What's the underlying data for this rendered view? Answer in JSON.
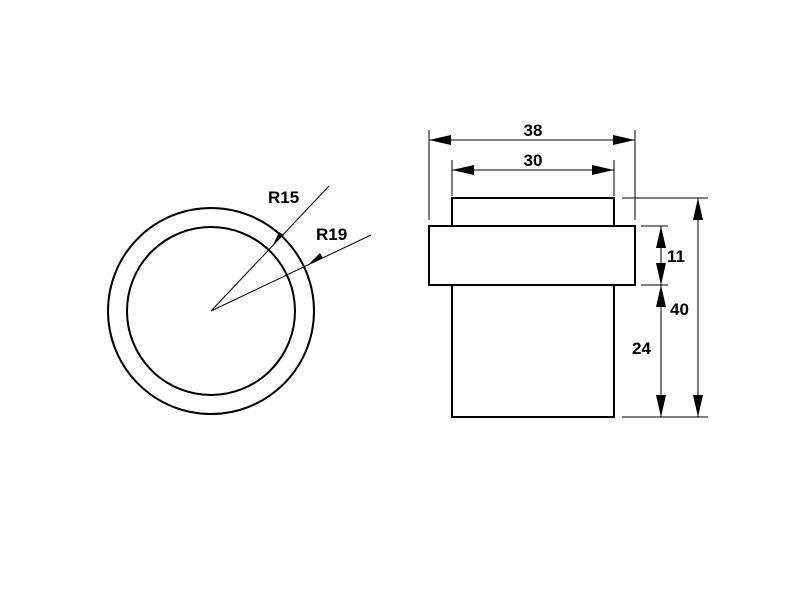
{
  "colors": {
    "line": "#000000",
    "background": "#ffffff"
  },
  "labels": {
    "r_inner": "R15",
    "r_outer": "R19",
    "width_overall": "38",
    "width_body": "30",
    "height_collar": "11",
    "height_overall": "40",
    "height_body": "24"
  }
}
